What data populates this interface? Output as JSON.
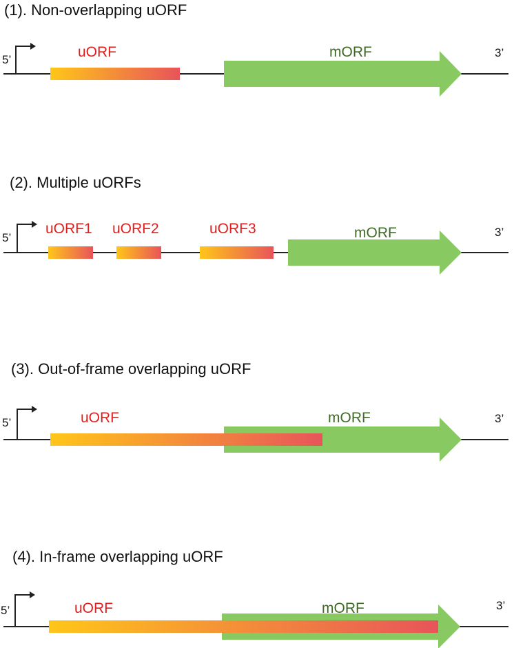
{
  "colors": {
    "uorf_start": "#ffc619",
    "uorf_end": "#e8545a",
    "uorf_label": "#e01e1e",
    "morf_fill": "#88c961",
    "morf_label": "#3f6a25",
    "line": "#222222"
  },
  "panels": [
    {
      "title": "(1). Non-overlapping uORF",
      "five_prime": "5’",
      "three_prime": "3’",
      "morf_label": "mORF",
      "uorfs": [
        {
          "label": "uORF"
        }
      ]
    },
    {
      "title": "(2). Multiple uORFs",
      "five_prime": "5’",
      "three_prime": "3’",
      "morf_label": "mORF",
      "uorfs": [
        {
          "label": "uORF1"
        },
        {
          "label": "uORF2"
        },
        {
          "label": "uORF3"
        }
      ]
    },
    {
      "title": "(3). Out-of-frame overlapping uORF",
      "five_prime": "5’",
      "three_prime": "3’",
      "morf_label": "mORF",
      "uorfs": [
        {
          "label": "uORF"
        }
      ]
    },
    {
      "title": "(4). In-frame overlapping uORF",
      "five_prime": "5’",
      "three_prime": "3’",
      "morf_label": "mORF",
      "uorfs": [
        {
          "label": "uORF"
        }
      ]
    }
  ]
}
